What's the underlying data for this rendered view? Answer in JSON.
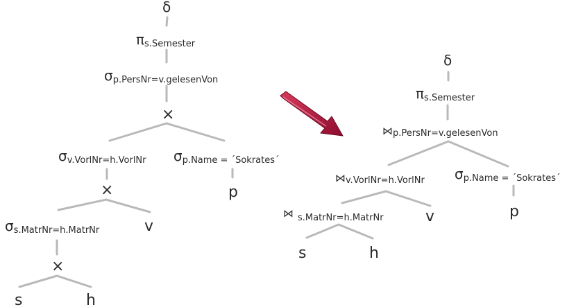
{
  "left_tree": {
    "delta": "δ",
    "pi": {
      "symbol": "π",
      "subscript": "s.Semester"
    },
    "sigma_top": {
      "symbol": "σ",
      "subscript": "p.PersNr=v.gelesenVon"
    },
    "cross_top": "×",
    "sigma_vorl": {
      "symbol": "σ",
      "subscript": "v.VorlNr=h.VorlNr"
    },
    "sigma_name": {
      "symbol": "σ",
      "subscript": "p.Name = ´Sokrates´"
    },
    "cross_mid": "×",
    "leaf_p": "p",
    "sigma_matr": {
      "symbol": "σ",
      "subscript": "s.MatrNr=h.MatrNr"
    },
    "leaf_v": "v",
    "cross_bottom": "×",
    "leaf_s": "s",
    "leaf_h": "h"
  },
  "arrow": {
    "color": "#b3113b"
  },
  "right_tree": {
    "delta": "δ",
    "pi": {
      "symbol": "π",
      "subscript": "s.Semester"
    },
    "join_top": {
      "symbol": "⋈",
      "subscript": "p.PersNr=v.gelesenVon"
    },
    "join_vorl": {
      "symbol": "⋈",
      "subscript": "v.VorlNr=h.VorlNr"
    },
    "sigma_name": {
      "symbol": "σ",
      "subscript": "p.Name = ´Sokrates´"
    },
    "join_matr": {
      "symbol": "⋈",
      "subscript": "s.MatrNr=h.MatrNr"
    },
    "leaf_v": "v",
    "leaf_p": "p",
    "leaf_s": "s",
    "leaf_h": "h"
  }
}
